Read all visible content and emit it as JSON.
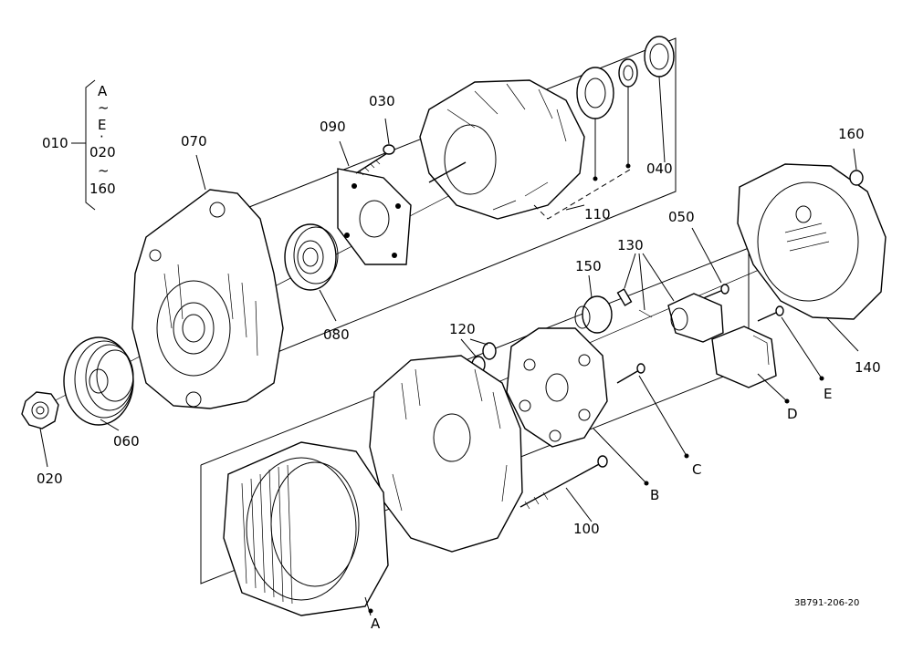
{
  "callouts": {
    "c010": "010",
    "cA_top": "A",
    "c_tilde1": "~",
    "cE": "E",
    "c_dot": "·",
    "c020_top": "020",
    "c_tilde2": "~",
    "c160_left": "160",
    "c020": "020",
    "c030": "030",
    "c040": "040",
    "c050": "050",
    "c060": "060",
    "c070": "070",
    "c080": "080",
    "c090": "090",
    "c100": "100",
    "c110": "110",
    "c120": "120",
    "c130": "130",
    "c140": "140",
    "c150": "150",
    "c160": "160",
    "cA": "A",
    "cB": "B",
    "cC": "C",
    "cD": "D",
    "cE_bottom": "E"
  },
  "reference_code": "3B791-206-20"
}
